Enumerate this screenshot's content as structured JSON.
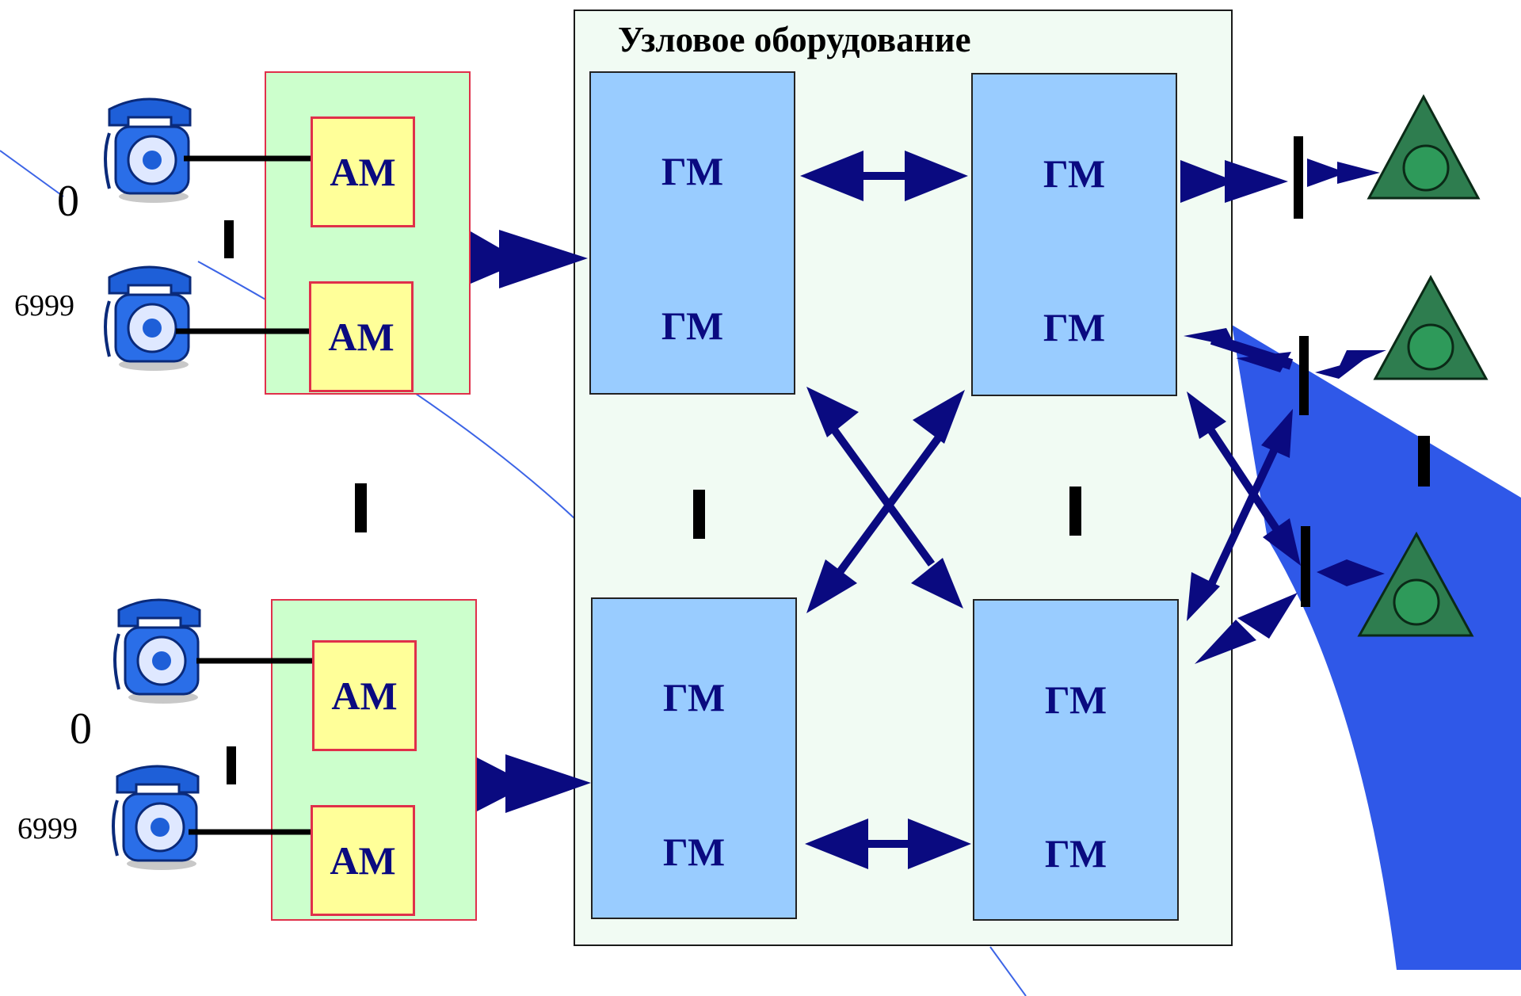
{
  "colors": {
    "node_fill": "#f1fbf3",
    "group_fill": "#ccffcc",
    "group_border": "#e0304a",
    "am_fill": "#ffff99",
    "gm_fill": "#99ccff",
    "label_text": "#0a0a80",
    "arrow": "#0a0a80",
    "wedge": "#2f58e8",
    "terminal": "#2e7d4f",
    "line": "#3c64e6"
  },
  "node": {
    "title": "Узловое оборудование",
    "gm_blocks": [
      {
        "top_label": "ГМ",
        "bottom_label": "ГМ"
      },
      {
        "top_label": "ГМ",
        "bottom_label": "ГМ"
      },
      {
        "top_label": "ГМ",
        "bottom_label": "ГМ"
      },
      {
        "top_label": "ГМ",
        "bottom_label": "ГМ"
      }
    ]
  },
  "subscriber_groups": [
    {
      "am_modules": [
        "АМ",
        "АМ"
      ],
      "range_start": "0",
      "range_end": "6999"
    },
    {
      "am_modules": [
        "АМ",
        "АМ"
      ],
      "range_start": "0",
      "range_end": "6999"
    }
  ],
  "icons": {
    "phone": "telephone-icon",
    "terminal": "triangle-terminal-icon"
  }
}
